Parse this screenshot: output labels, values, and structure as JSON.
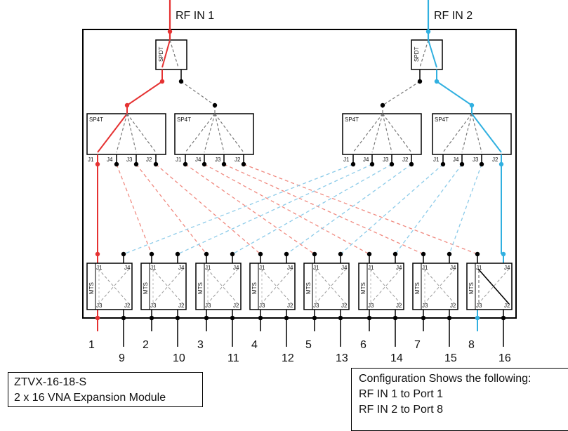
{
  "inputs": [
    {
      "label": "RF IN 1",
      "color": "#e53232"
    },
    {
      "label": "RF IN 2",
      "color": "#31b0e0"
    }
  ],
  "spdt_label": "SPDT",
  "sp4t_label": "SP4T",
  "mts_label": "MTS",
  "jack_labels": [
    "J1",
    "J2",
    "J3",
    "J4"
  ],
  "ports_top_row": [
    "1",
    "2",
    "3",
    "4",
    "5",
    "6",
    "7",
    "8"
  ],
  "ports_bottom_row": [
    "9",
    "10",
    "11",
    "12",
    "13",
    "14",
    "15",
    "16"
  ],
  "model_box": {
    "line1": "ZTVX-16-18-S",
    "line2": "2 x 16 VNA Expansion Module"
  },
  "config_box": {
    "title": "Configuration Shows the following:",
    "line1": "RF IN 1 to Port 1",
    "line2": "RF IN 2 to Port 8"
  },
  "colors": {
    "red": "#e53232",
    "blue": "#31b0e0",
    "red_dash": "#f08a80",
    "blue_dash": "#8ccbe9",
    "gray_dash": "#777777"
  }
}
